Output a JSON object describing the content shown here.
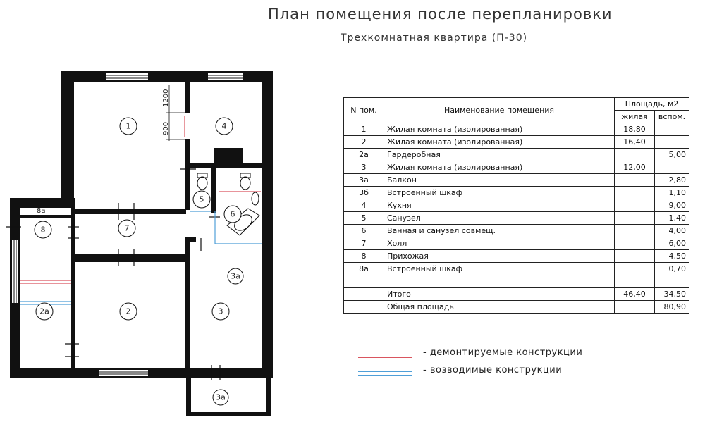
{
  "title": "План помещения после перепланировки",
  "subtitle": "Трехкомнатная квартира (П-30)",
  "plan": {
    "rooms": [
      "1",
      "2",
      "2а",
      "3",
      "3а",
      "4",
      "5",
      "6",
      "7",
      "8"
    ],
    "label_8a": "8а",
    "dim_1200": "1200",
    "dim_900": "900"
  },
  "table": {
    "headers": {
      "no": "N пом.",
      "name": "Наименование помещения",
      "area": "Площадь, м2",
      "living": "жилая",
      "aux": "вспом."
    },
    "rows": [
      {
        "no": "1",
        "name": "Жилая комната (изолированная)",
        "living": "18,80",
        "aux": ""
      },
      {
        "no": "2",
        "name": "Жилая комната (изолированная)",
        "living": "16,40",
        "aux": ""
      },
      {
        "no": "2а",
        "name": "Гардеробная",
        "living": "",
        "aux": "5,00"
      },
      {
        "no": "3",
        "name": "Жилая комната (изолированная)",
        "living": "12,00",
        "aux": ""
      },
      {
        "no": "3а",
        "name": "Балкон",
        "living": "",
        "aux": "2,80"
      },
      {
        "no": "3б",
        "name": "Встроенный шкаф",
        "living": "",
        "aux": "1,10"
      },
      {
        "no": "4",
        "name": "Кухня",
        "living": "",
        "aux": "9,00"
      },
      {
        "no": "5",
        "name": "Санузел",
        "living": "",
        "aux": "1,40"
      },
      {
        "no": "6",
        "name": "Ванная и санузел совмещ.",
        "living": "",
        "aux": "4,00"
      },
      {
        "no": "7",
        "name": "Холл",
        "living": "",
        "aux": "6,00"
      },
      {
        "no": "8",
        "name": "Прихожая",
        "living": "",
        "aux": "4,50"
      },
      {
        "no": "8а",
        "name": "Встроенный шкаф",
        "living": "",
        "aux": "0,70"
      },
      {
        "no": "",
        "name": "",
        "living": "",
        "aux": ""
      }
    ],
    "total": {
      "name": "Итого",
      "living": "46,40",
      "aux": "34,50"
    },
    "overall": {
      "name": "Общая площадь",
      "living": "",
      "aux": "80,90"
    }
  },
  "legend": {
    "dismantled": {
      "label": "- демонтируемые конструкции",
      "color": "#d9555f"
    },
    "erected": {
      "label": "- возводимые конструкции",
      "color": "#4f9fd8"
    }
  },
  "colors": {
    "wall": "#111111",
    "dismantled": "#d9555f",
    "erected": "#4f9fd8"
  }
}
